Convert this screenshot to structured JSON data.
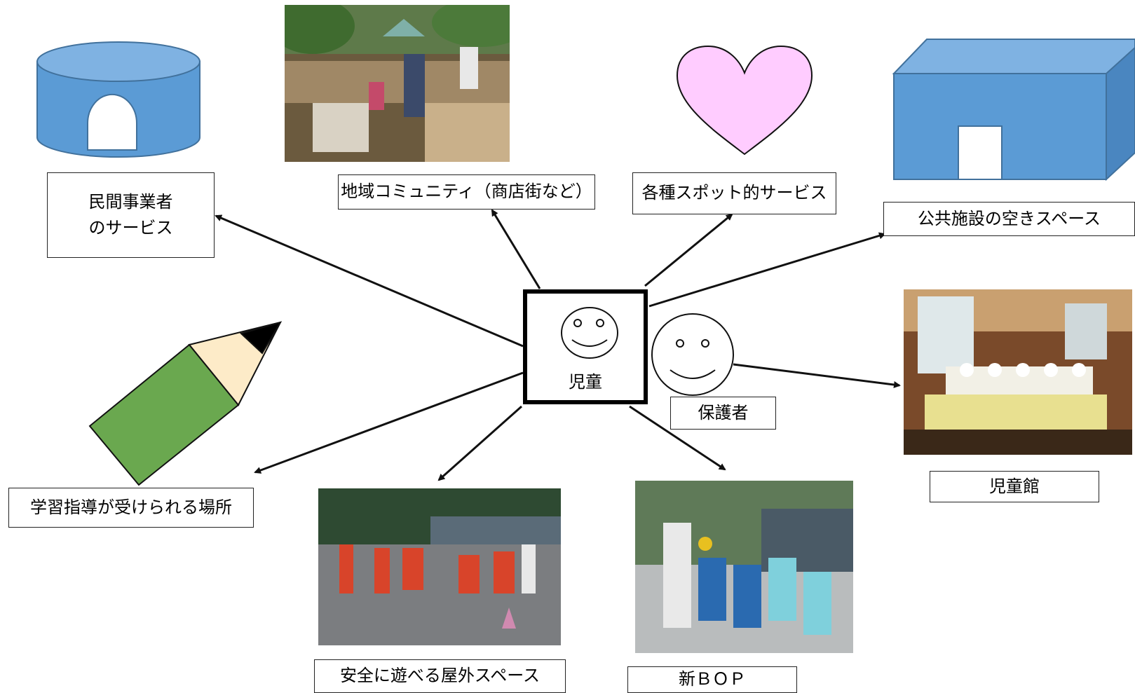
{
  "center": {
    "label": "児童"
  },
  "nodes": {
    "private_services": {
      "label": "民間事業者\nのサービス"
    },
    "community": {
      "label": "地域コミュニティ（商店街など）"
    },
    "spot_services": {
      "label": "各種スポット的サービス"
    },
    "public_facility": {
      "label": "公共施設の空きスペース"
    },
    "guardian": {
      "label": "保護者"
    },
    "childrens_hall": {
      "label": "児童館"
    },
    "new_bop": {
      "label": "新ＢＯＰ"
    },
    "safe_outdoor": {
      "label": "安全に遊べる屋外スペース"
    },
    "study_place": {
      "label": "学習指導が受けられる場所"
    }
  },
  "icons": {
    "stadium": "stadium-icon",
    "heart": "heart-icon",
    "building": "building-icon",
    "pencil": "pencil-icon",
    "smiley": "smiley-icon"
  },
  "colors": {
    "blue_fill": "#5b9bd5",
    "blue_top": "#7fb2e2",
    "blue_side": "#4a86c0",
    "blue_stroke": "#41719c",
    "heart_fill": "#ffccff",
    "pencil_body": "#6aa84f",
    "pencil_wood": "#fdebc8",
    "arrow": "#111111"
  }
}
